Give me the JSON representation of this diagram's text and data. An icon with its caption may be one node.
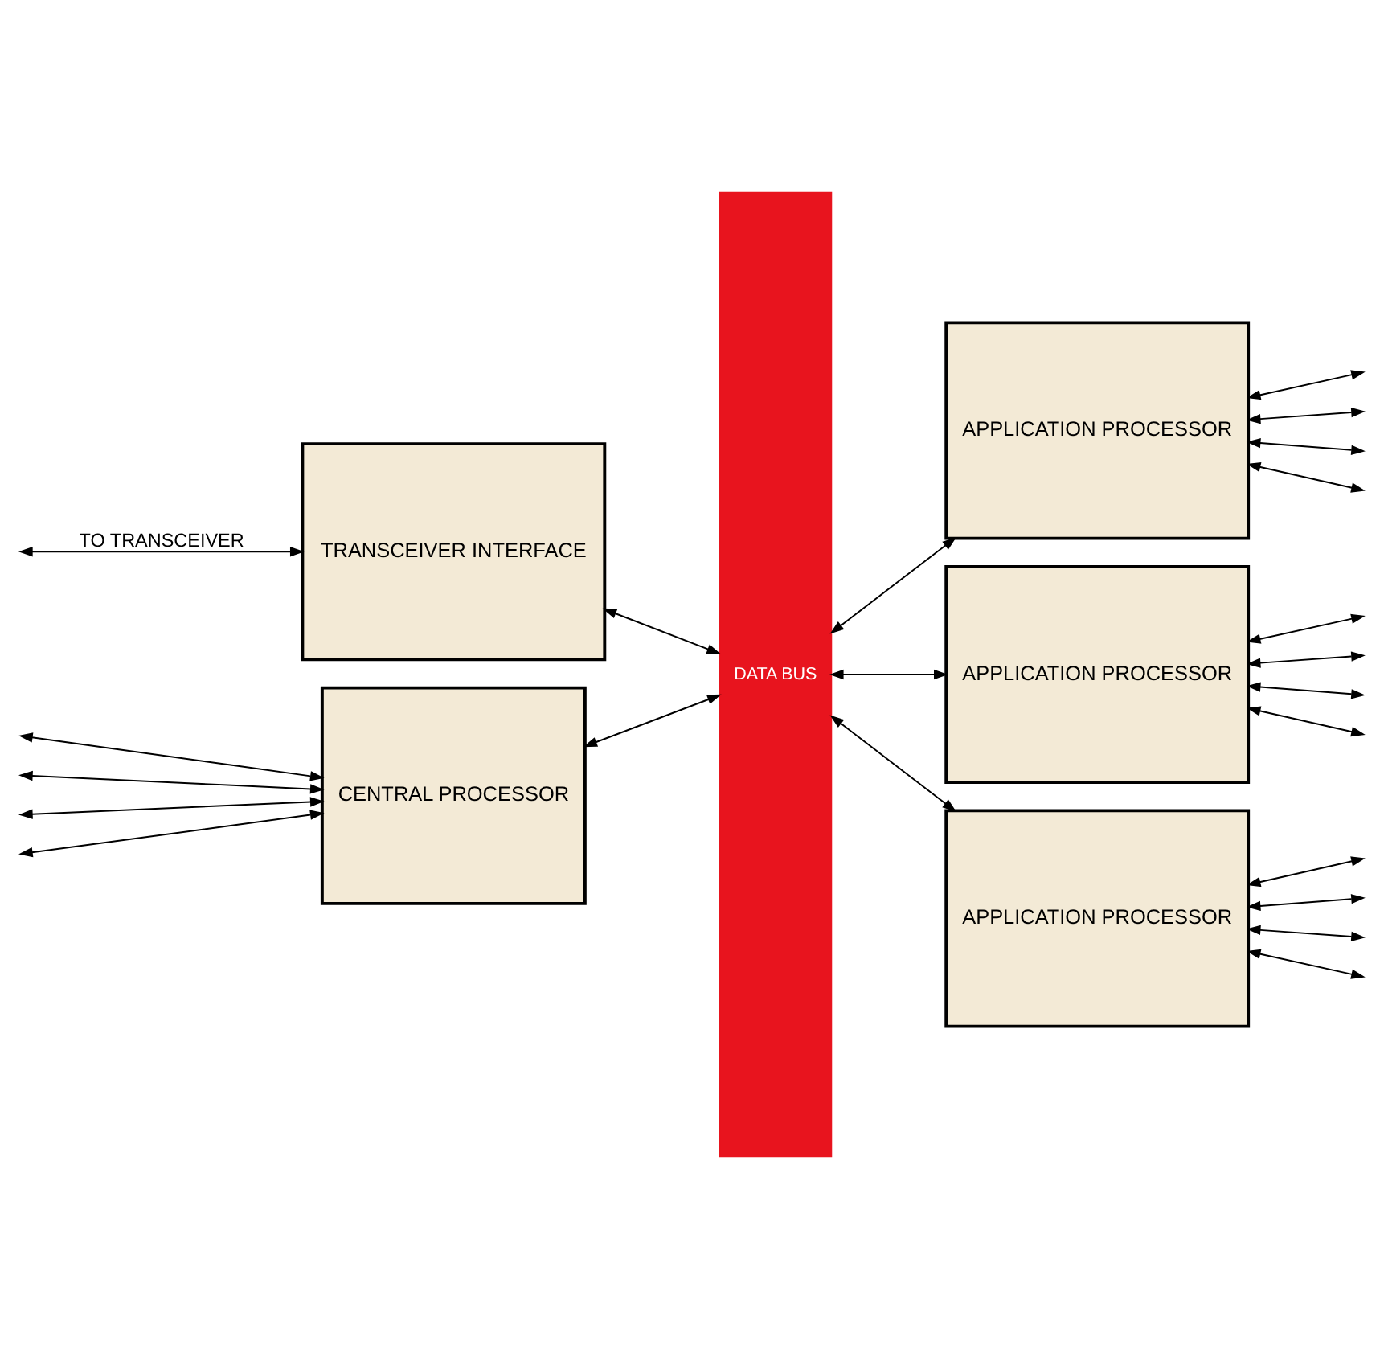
{
  "diagram": {
    "nodes": [
      {
        "text": [
          "DATA BUS"
        ]
      },
      {
        "text": [
          "APPLICATION PROCESSOR"
        ]
      },
      {
        "text": [
          "TRANSCEIVER INTERFACE"
        ]
      },
      {
        "text": [
          "APPLICATION PROCESSOR"
        ]
      },
      {
        "text": [
          "CENTRAL PROCESSOR"
        ]
      },
      {
        "text": [
          "APPLICATION PROCESSOR"
        ]
      }
    ],
    "edges": [
      {
        "from": 0,
        "to": 1,
        "arrow": "both"
      },
      {
        "from": 2,
        "to": 0,
        "arrow": "both"
      },
      {
        "from": 0,
        "to": 3,
        "arrow": "both"
      },
      {
        "from": 4,
        "to": 0,
        "arrow": "both"
      },
      {
        "from": 0,
        "to": 5,
        "arrow": "both"
      },
      {
        "from": null,
        "to": 2,
        "arrow": "both",
        "label": "TO TRANSCEIVER"
      },
      {
        "from": null,
        "to": 4,
        "arrow": "both"
      },
      {
        "from": null,
        "to": 4,
        "arrow": "both"
      },
      {
        "from": null,
        "to": 4,
        "arrow": "both"
      },
      {
        "from": null,
        "to": 4,
        "arrow": "both"
      },
      {
        "from": 1,
        "to": null,
        "arrow": "both"
      },
      {
        "from": 1,
        "to": null,
        "arrow": "both"
      },
      {
        "from": 1,
        "to": null,
        "arrow": "both"
      },
      {
        "from": 1,
        "to": null,
        "arrow": "both"
      },
      {
        "from": 3,
        "to": null,
        "arrow": "both"
      },
      {
        "from": 3,
        "to": null,
        "arrow": "both"
      },
      {
        "from": 3,
        "to": null,
        "arrow": "both"
      },
      {
        "from": 3,
        "to": null,
        "arrow": "both"
      },
      {
        "from": 5,
        "to": null,
        "arrow": "both"
      },
      {
        "from": 5,
        "to": null,
        "arrow": "both"
      },
      {
        "from": 5,
        "to": null,
        "arrow": "both"
      },
      {
        "from": 5,
        "to": null,
        "arrow": "both"
      }
    ]
  }
}
